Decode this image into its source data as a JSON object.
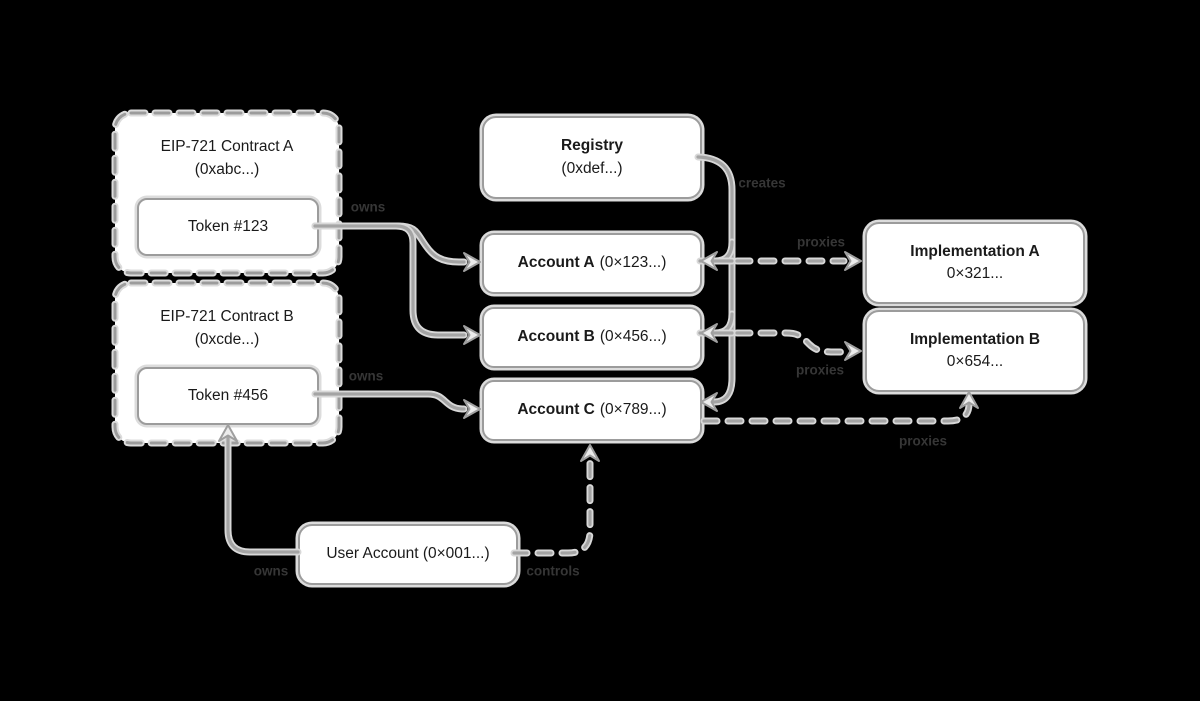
{
  "canvas": {
    "background": "#000000",
    "box_fill": "#ffffff",
    "box_border": "#9c9c9c",
    "box_halo": "#dcdcdc",
    "line_core": "#a4a4a4",
    "line_casing": "#d8d8d8",
    "text_color": "#1a1a1a",
    "label_color": "#363636"
  },
  "nodes": {
    "contract_a": {
      "title": "EIP-721 Contract A",
      "address": "(0xabc...)"
    },
    "token_123": {
      "label": "Token #123"
    },
    "contract_b": {
      "title": "EIP-721 Contract B",
      "address": "(0xcde...)"
    },
    "token_456": {
      "label": "Token #456"
    },
    "registry": {
      "title": "Registry",
      "address": "(0xdef...)"
    },
    "account_a": {
      "name": "Account A",
      "address": "(0×123...)"
    },
    "account_b": {
      "name": "Account B",
      "address": "(0×456...)"
    },
    "account_c": {
      "name": "Account C",
      "address": "(0×789...)"
    },
    "impl_a": {
      "title": "Implementation A",
      "address": "0×321..."
    },
    "impl_b": {
      "title": "Implementation B",
      "address": "0×654..."
    },
    "user_account": {
      "label": "User Account (0×001...)"
    }
  },
  "edge_labels": {
    "owns_token_a": "owns",
    "owns_token_b": "owns",
    "creates": "creates",
    "proxies_a": "proxies",
    "proxies_b": "proxies",
    "proxies_c": "proxies",
    "user_owns": "owns",
    "controls": "controls"
  }
}
